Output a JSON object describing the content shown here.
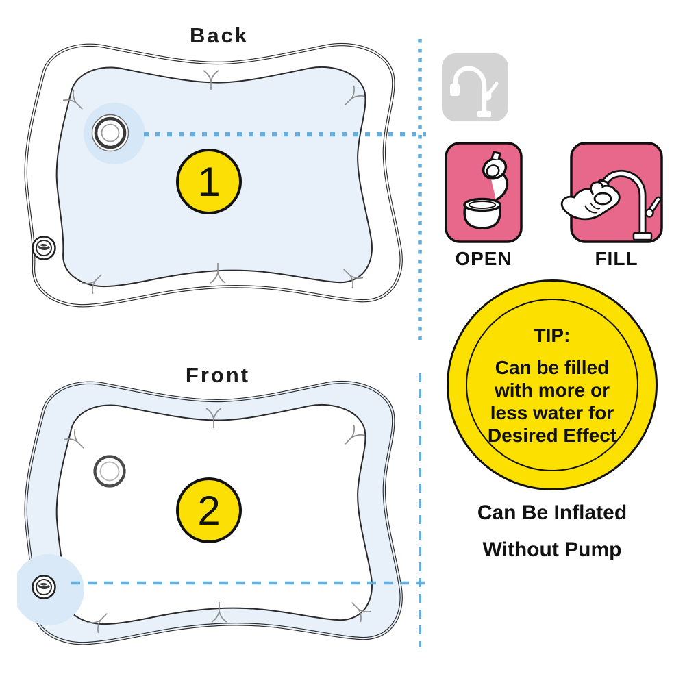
{
  "mats": {
    "back": {
      "label": "Back",
      "number": "1"
    },
    "front": {
      "label": "Front",
      "number": "2"
    }
  },
  "steps": {
    "open": {
      "label": "OPEN"
    },
    "fill": {
      "label": "FILL"
    }
  },
  "tip": {
    "heading": "TIP:",
    "lines": [
      "Can be filled",
      "with more or",
      "less water for",
      "Desired Effect"
    ]
  },
  "caption": {
    "line1": "Can Be Inflated",
    "line2": "Without Pump"
  },
  "icons": {
    "water_source": "faucet-icon",
    "open_step": "open-valve-icon",
    "fill_step": "fill-under-faucet-icon",
    "back_fill_valve": "fill-valve-port-icon",
    "back_air_valve": "air-valve-cap-icon",
    "front_fill_valve": "fill-valve-ring-icon",
    "front_air_valve": "air-valve-cap-icon"
  },
  "colors": {
    "accent_yellow": "#fce000",
    "accent_pink": "#e8688c",
    "pale_blue_fill": "#e8f1fa",
    "halo_blue": "#d6e8f7",
    "dashed_line_blue": "#66aedd",
    "icon_grey": "#d3d3d3",
    "outline_black": "#2b2b2b"
  }
}
